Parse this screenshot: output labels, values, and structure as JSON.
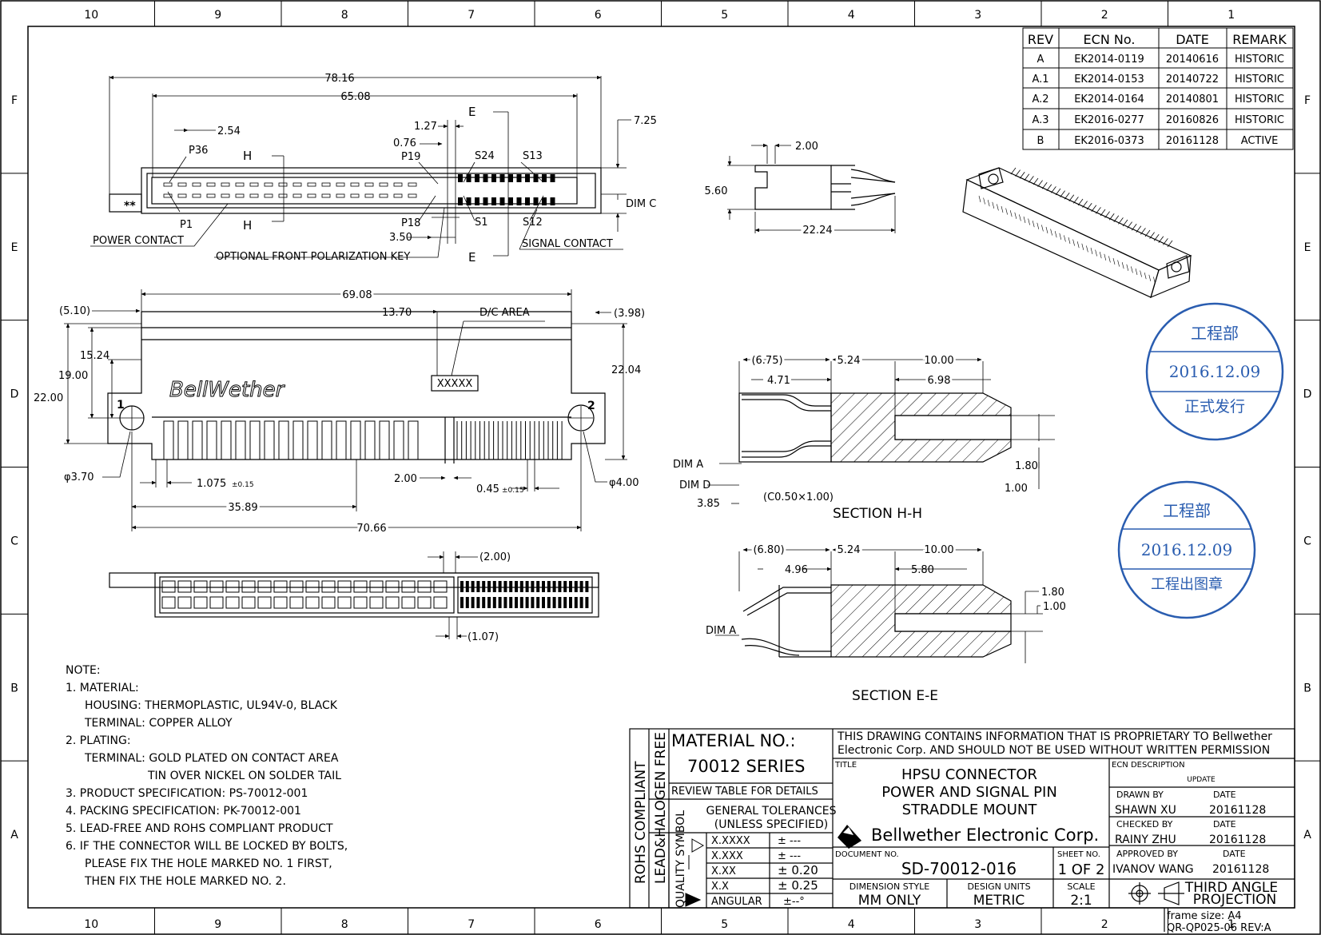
{
  "zones": {
    "columns": [
      "10",
      "9",
      "8",
      "7",
      "6",
      "5",
      "4",
      "3",
      "2",
      "1"
    ],
    "rows": [
      "F",
      "E",
      "D",
      "C",
      "B",
      "A"
    ]
  },
  "revision_table": {
    "headers": [
      "REV",
      "ECN No.",
      "DATE",
      "REMARK"
    ],
    "rows": [
      [
        "A",
        "EK2014-0119",
        "20140616",
        "HISTORIC"
      ],
      [
        "A.1",
        "EK2014-0153",
        "20140722",
        "HISTORIC"
      ],
      [
        "A.2",
        "EK2014-0164",
        "20140801",
        "HISTORIC"
      ],
      [
        "A.3",
        "EK2016-0277",
        "20160826",
        "HISTORIC"
      ],
      [
        "B",
        "EK2016-0373",
        "20161128",
        "ACTIVE"
      ]
    ]
  },
  "top_view": {
    "dims": {
      "overall": "78.16",
      "inner": "65.08",
      "pitch": "2.54",
      "d127": "1.27",
      "d076": "0.76",
      "d725": "7.25",
      "d350": "3.50",
      "dim_c": "DIM C"
    },
    "labels": {
      "p36": "P36",
      "p1": "P1",
      "p19": "P19",
      "p18": "P18",
      "s24": "S24",
      "s1": "S1",
      "s13": "S13",
      "s12": "S12",
      "h_top": "H",
      "h_bot": "H",
      "e_top": "E",
      "e_bot": "E",
      "stars": "**",
      "power_contact": "POWER CONTACT",
      "signal_contact": "SIGNAL CONTACT",
      "polarization_key": "OPTIONAL FRONT POLARIZATION KEY"
    }
  },
  "side_view": {
    "d200": "2.00",
    "d560": "5.60",
    "d2224": "22.24"
  },
  "front_view": {
    "dims": {
      "d510": "(5.10)",
      "d6908": "69.08",
      "d1370": "13.70",
      "d398": "(3.98)",
      "d1524": "15.24",
      "d1900": "19.00",
      "d2200": "22.00",
      "d2204": "22.04",
      "phi370": "φ3.70",
      "d1075": "1.075",
      "tol015a": "±0.15",
      "d200": "2.00",
      "d045": "0.45",
      "tol015b": "±0.15",
      "phi400": "φ4.00",
      "d3589": "35.89",
      "d7066": "70.66"
    },
    "labels": {
      "dc_area": "D/C AREA",
      "marking": "XXXXX",
      "brand": "BellWether",
      "hole1": "1",
      "hole2": "2"
    }
  },
  "bottom_view": {
    "d200": "(2.00)",
    "d107": "(1.07)"
  },
  "section_hh": {
    "title": "SECTION H-H",
    "dims": {
      "d675": "(6.75)",
      "d524": "5.24",
      "d1000": "10.00",
      "d471": "4.71",
      "d698": "6.98",
      "d180": "1.80",
      "d100": "1.00",
      "dim_a": "DIM A",
      "dim_d": "DIM D",
      "d385": "3.85",
      "chamfer": "(C0.50×1.00)"
    }
  },
  "section_ee": {
    "title": "SECTION E-E",
    "dims": {
      "d680": "(6.80)",
      "d524": "5.24",
      "d1000": "10.00",
      "d496": "4.96",
      "d580": "5.80",
      "d180": "1.80",
      "d100": "1.00",
      "dim_a": "DIM A"
    }
  },
  "notes": {
    "header": "NOTE:",
    "lines": [
      "1. MATERIAL:",
      "HOUSING: THERMOPLASTIC, UL94V-0, BLACK",
      "TERMINAL: COPPER ALLOY",
      "2. PLATING:",
      "TERMINAL: GOLD PLATED ON CONTACT AREA",
      "TIN OVER NICKEL ON SOLDER TAIL",
      "3. PRODUCT SPECIFICATION: PS-70012-001",
      "4. PACKING SPECIFICATION: PK-70012-001",
      "5. LEAD-FREE AND ROHS COMPLIANT PRODUCT",
      "6. IF THE CONNECTOR WILL BE LOCKED BY BOLTS,",
      "PLEASE FIX THE HOLE MARKED NO. 1 FIRST,",
      "THEN FIX THE HOLE MARKED NO. 2."
    ]
  },
  "stamps": [
    {
      "top": "工程部",
      "date": "2016.12.09",
      "bottom": "正式发行"
    },
    {
      "top": "工程部",
      "date": "2016.12.09",
      "bottom": "工程出图章"
    }
  ],
  "title_block": {
    "rohs": "ROHS COMPLIANT",
    "halogen": "LEAD&HALOGEN FREE",
    "quality_symbol": "QUALITY SYMBOL",
    "material_label": "MATERIAL  NO.:",
    "material_value": "70012  SERIES",
    "review": "REVIEW TABLE FOR DETAILS",
    "tolerance_title_1": "GENERAL TOLERANCES",
    "tolerance_title_2": "(UNLESS SPECIFIED)",
    "tolerances": [
      [
        "X.XXXX",
        "± ---"
      ],
      [
        "X.XXX",
        "± ---"
      ],
      [
        "X.XX",
        "± 0.20"
      ],
      [
        "X.X",
        "± 0.25"
      ],
      [
        "ANGULAR",
        "±--°"
      ]
    ],
    "proprietary_1": "THIS DRAWING CONTAINS INFORMATION THAT IS PROPRIETARY TO Bellwether",
    "proprietary_2": "Electronic Corp. AND SHOULD NOT BE USED WITHOUT WRITTEN PERMISSION",
    "title_label": "TITLE",
    "title_1": "HPSU CONNECTOR",
    "title_2": "POWER AND SIGNAL PIN",
    "title_3": "STRADDLE MOUNT",
    "company": "Bellwether Electronic Corp.",
    "ecn_label": "ECN DESCRIPTION",
    "ecn_value": "UPDATE",
    "drawn_by_label": "DRAWN BY",
    "drawn_by": "SHAWN XU",
    "drawn_date": "20161128",
    "checked_by_label": "CHECKED BY",
    "checked_by": "RAINY ZHU",
    "checked_date": "20161128",
    "approved_by_label": "APPROVED BY",
    "approved_by": "IVANOV WANG",
    "approved_date": "20161128",
    "date_label": "DATE",
    "document_label": "DOCUMENT NO.",
    "document_no": "SD-70012-016",
    "sheet_label": "SHEET NO.",
    "sheet_no": "1 OF 2",
    "dim_style_label": "DIMENSION STYLE",
    "dim_style": "MM ONLY",
    "units_label": "DESIGN UNITS",
    "units": "METRIC",
    "scale_label": "SCALE",
    "scale": "2:1",
    "projection_1": "THIRD ANGLE",
    "projection_2": "PROJECTION",
    "frame_size": "frame size: A4",
    "form_no": "QR-QP025-06 REV:A"
  }
}
